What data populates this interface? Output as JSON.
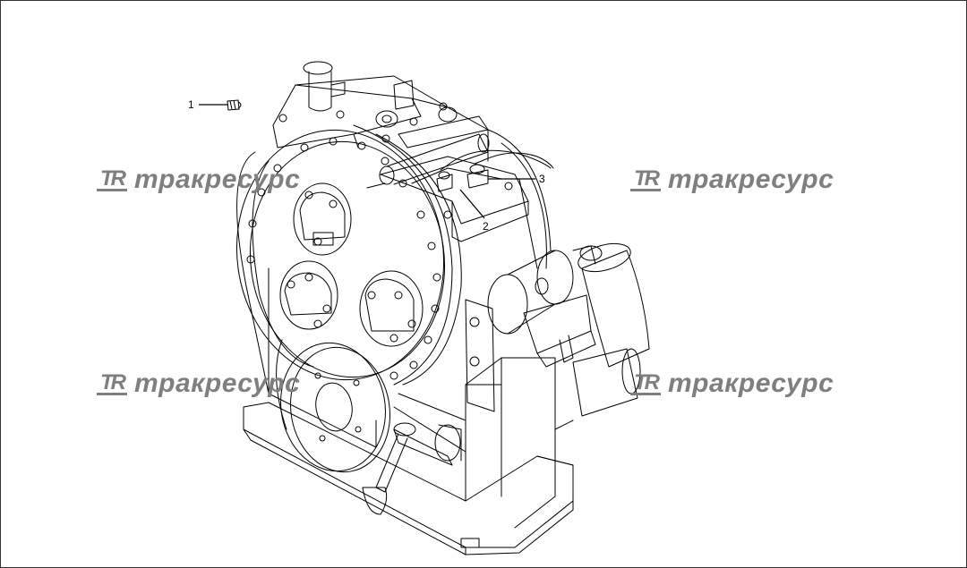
{
  "callouts": {
    "c1": "1",
    "c2": "2",
    "c3": "3"
  },
  "watermark": {
    "logo": "TR",
    "text": "тракресурс"
  },
  "colors": {
    "line": "#000000",
    "watermark": "#7f7f7f",
    "background": "#ffffff"
  }
}
